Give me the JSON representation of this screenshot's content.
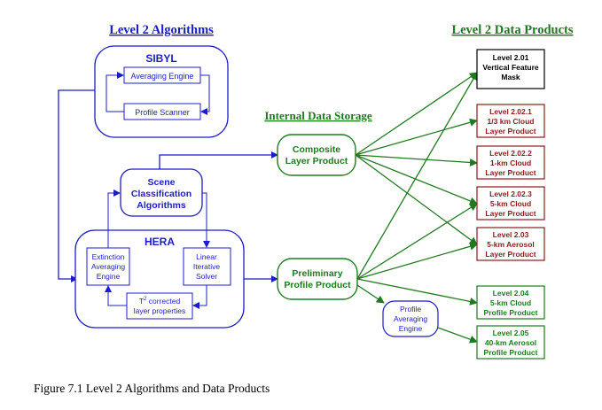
{
  "headings": {
    "algorithms": "Level 2 Algorithms",
    "products": "Level 2 Data Products",
    "storage": "Internal Data Storage"
  },
  "sibyl": {
    "title": "SIBYL",
    "averaging_engine": "Averaging Engine",
    "profile_scanner": "Profile Scanner"
  },
  "scene": {
    "line1": "Scene",
    "line2": "Classification",
    "line3": "Algorithms"
  },
  "hera": {
    "title": "HERA",
    "extinction": {
      "line1": "Extinction",
      "line2": "Averaging",
      "line3": "Engine"
    },
    "linear": {
      "line1": "Linear",
      "line2": "Iterative",
      "line3": "Solver"
    },
    "t2": {
      "symbol": "T",
      "sup": "2",
      "line1": " corrected",
      "line2": "layer properties"
    }
  },
  "storage": {
    "composite": {
      "line1": "Composite",
      "line2": "Layer Product"
    },
    "preliminary": {
      "line1": "Preliminary",
      "line2": "Profile Product"
    },
    "profile_engine": {
      "line1": "Profile",
      "line2": "Averaging",
      "line3": "Engine"
    }
  },
  "products": [
    {
      "line1": "Level 2.01",
      "line2": "Vertical Feature",
      "line3": "Mask",
      "color": "#000000"
    },
    {
      "line1": "Level 2.02.1",
      "line2": "1/3 km Cloud",
      "line3": "Layer Product",
      "color": "#8b1a1a"
    },
    {
      "line1": "Level 2.02.2",
      "line2": "1-km Cloud",
      "line3": "Layer Product",
      "color": "#8b1a1a"
    },
    {
      "line1": "Level 2.02.3",
      "line2": "5-km Cloud",
      "line3": "Layer Product",
      "color": "#8b1a1a"
    },
    {
      "line1": "Level 2.03",
      "line2": "5-km Aerosol",
      "line3": "Layer Product",
      "color": "#8b1a1a"
    },
    {
      "line1": "Level 2.04",
      "line2": "5-km Cloud",
      "line3": "Profile Product",
      "color": "#1e7a1e"
    },
    {
      "line1": "Level 2.05",
      "line2": "40-km Aerosol",
      "line3": "Profile Product",
      "color": "#1e7a1e"
    }
  ],
  "caption": "Figure 7.1 Level 2 Algorithms and Data Products",
  "colors": {
    "blue": "#1c1cc8",
    "green": "#1e7a1e",
    "darkred": "#8b1a1a",
    "black": "#000000"
  }
}
